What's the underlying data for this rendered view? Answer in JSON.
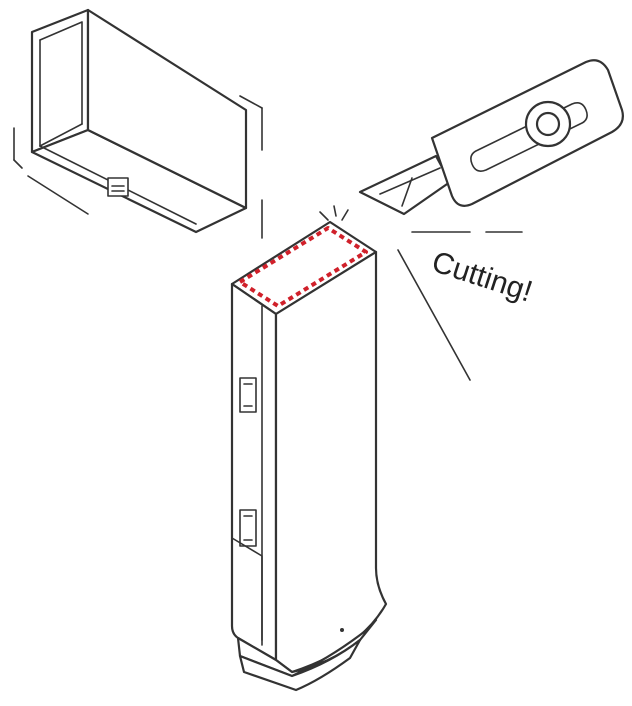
{
  "caption": "Cutting!",
  "colors": {
    "line": "#333333",
    "cut_mark": "#d0202a"
  },
  "icons": {
    "cap": "detached-cap",
    "knife": "utility-knife",
    "body": "stick-body",
    "spark": "spark-burst"
  }
}
